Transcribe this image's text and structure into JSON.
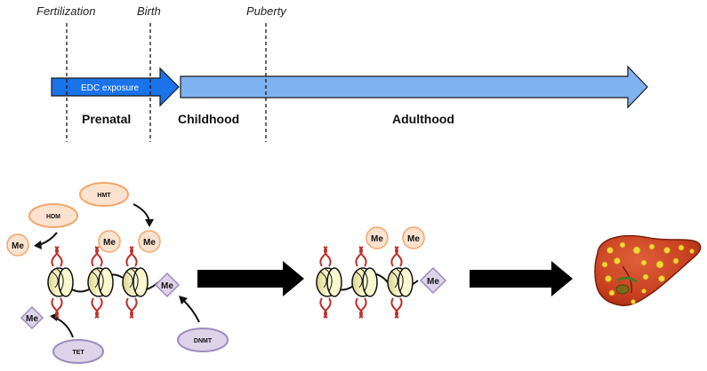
{
  "timeline": {
    "milestones": {
      "fertilization": "Fertilization",
      "birth": "Birth",
      "puberty": "Puberty"
    },
    "exposure_label": "EDC exposure",
    "periods": {
      "prenatal": "Prenatal",
      "childhood": "Childhood",
      "adulthood": "Adulthood"
    },
    "colors": {
      "exposure_arrow": "#1a73e8",
      "life_arrow": "#7fb2f0",
      "outline": "#1a1a1a"
    }
  },
  "epigenetics": {
    "methyl_label": "Me",
    "enzymes": {
      "hmt": "HMT",
      "hdm": "HDM",
      "tet": "TET",
      "dnmt": "DNMT"
    },
    "colors": {
      "histone_mark": "#fde3cf",
      "histone_mark_border": "#f4a66b",
      "dna_mark": "#ddd4ea",
      "dna_mark_border": "#9e8bbd",
      "nucleosome": "#f8f5c4",
      "histone_tail": "#c0302c",
      "liver": "#c63d1e",
      "liver_spot": "#f2d63a"
    }
  },
  "icons": [
    "nucleosome-icon",
    "liver-icon"
  ]
}
